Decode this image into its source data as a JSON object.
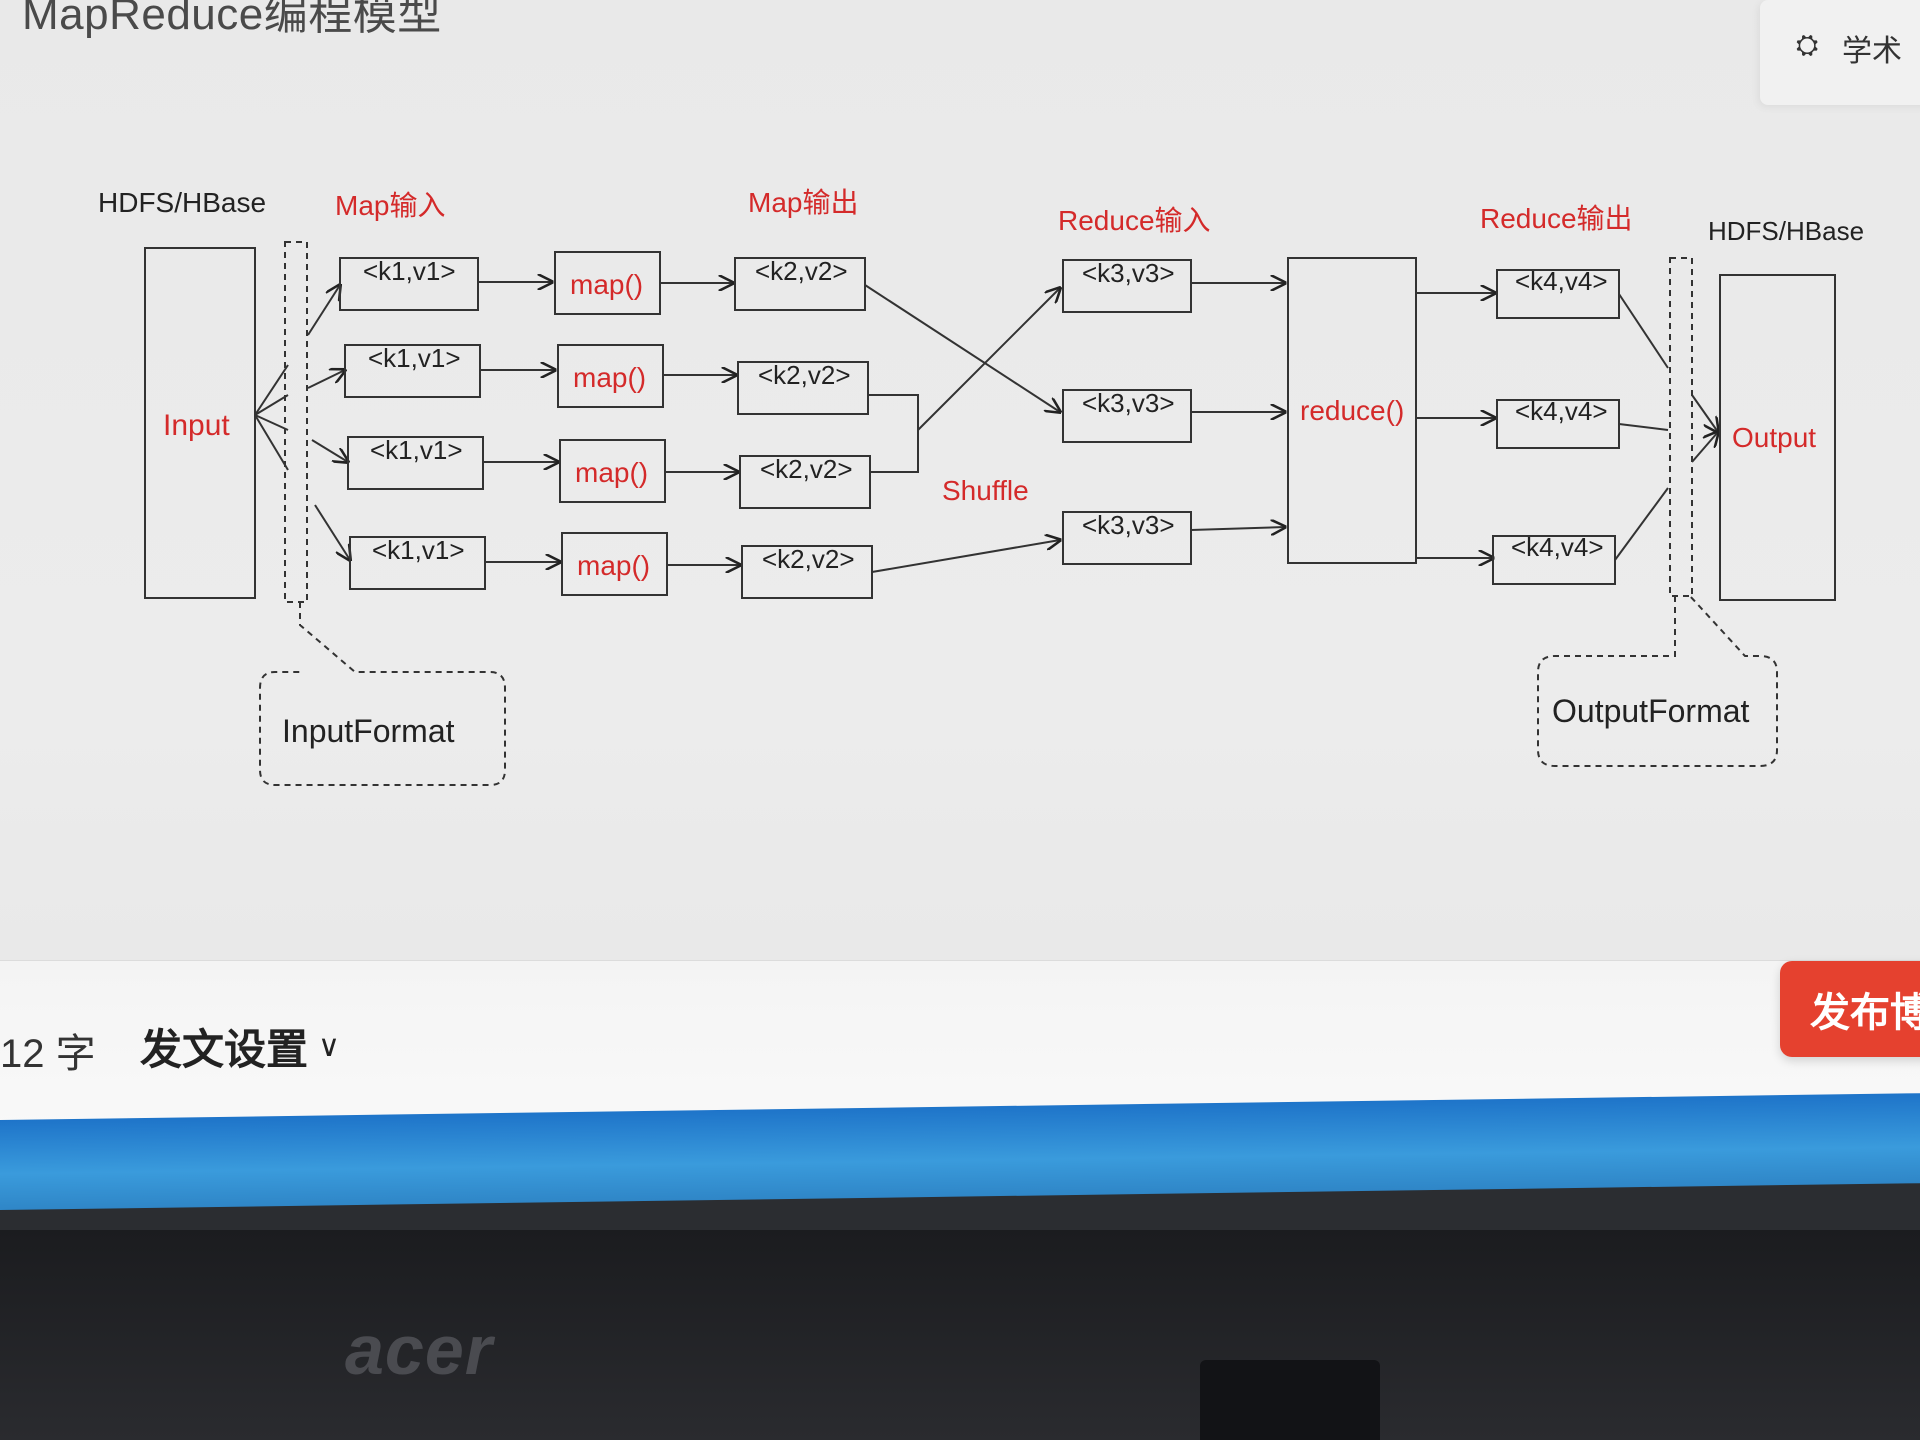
{
  "page": {
    "title": "MapReduce编程模型"
  },
  "top_right": {
    "icon": "graduation-cap-icon",
    "label": "学术"
  },
  "diagram": {
    "left_storage": "HDFS/HBase",
    "right_storage": "HDFS/HBase",
    "input_box": "Input",
    "output_box": "Output",
    "map_input_title": "Map输入",
    "map_output_title": "Map输出",
    "reduce_input_title": "Reduce输入",
    "reduce_output_title": "Reduce输出",
    "shuffle": "Shuffle",
    "input_format": "InputFormat",
    "output_format": "OutputFormat",
    "reduce_box": "reduce()",
    "kv1": [
      "<k1,v1>",
      "<k1,v1>",
      "<k1,v1>",
      "<k1,v1>"
    ],
    "map_fn": [
      "map()",
      "map()",
      "map()",
      "map()"
    ],
    "kv2": [
      "<k2,v2>",
      "<k2,v2>",
      "<k2,v2>",
      "<k2,v2>"
    ],
    "kv3": [
      "<k3,v3>",
      "<k3,v3>",
      "<k3,v3>"
    ],
    "kv4": [
      "<k4,v4>",
      "<k4,v4>",
      "<k4,v4>"
    ]
  },
  "editor_footer": {
    "word_count": "12 字",
    "settings_label": "发文设置",
    "publish_label": "发布博"
  },
  "hardware": {
    "brand": "acer"
  },
  "colors": {
    "accent_red": "#d42a2a",
    "publish_red": "#e5412f",
    "taskbar_blue": "#1e74c9"
  }
}
